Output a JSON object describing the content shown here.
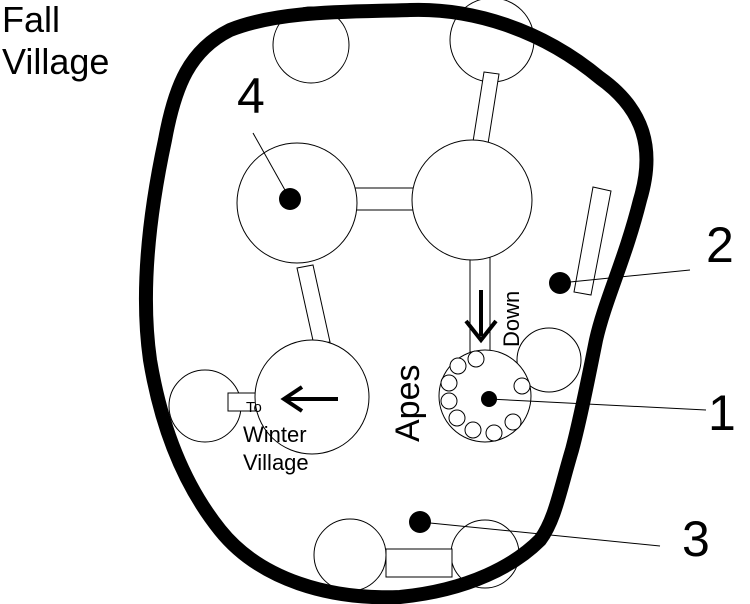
{
  "map": {
    "title_line1": "Fall",
    "title_line2": "Village",
    "markers": [
      {
        "label": "1"
      },
      {
        "label": "2"
      },
      {
        "label": "3"
      },
      {
        "label": "4"
      }
    ],
    "apes_label": "Apes",
    "down_label": "Down",
    "exit": {
      "line1": "To",
      "line2": "Winter",
      "line3": "Village"
    },
    "colors": {
      "outline": "#000000",
      "background": "#ffffff"
    }
  }
}
